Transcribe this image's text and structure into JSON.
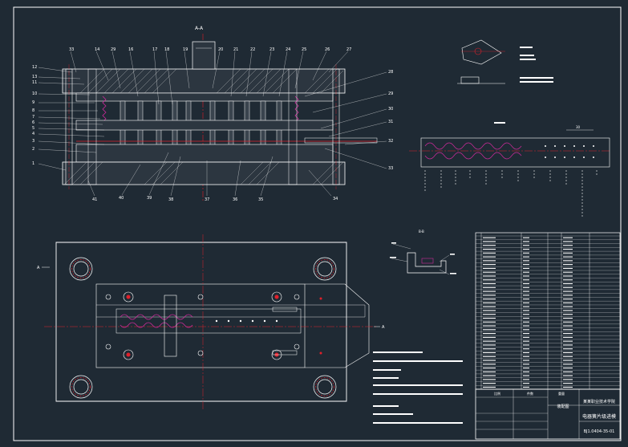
{
  "colors": {
    "background": "#1f2a34",
    "line": "#ffffff",
    "center_line": "#e0202a",
    "hatch": "#d8d8d8",
    "accent": "#cc2a9a"
  },
  "section_view": {
    "title": "A-A",
    "top_callouts": [
      "33",
      "14",
      "29",
      "16",
      "17",
      "18",
      "19",
      "20",
      "21",
      "22",
      "23",
      "24",
      "25",
      "26",
      "27"
    ],
    "left_callouts": [
      "12",
      "13",
      "11",
      "10",
      "9",
      "8",
      "7",
      "6",
      "5",
      "4",
      "3",
      "2",
      "1"
    ],
    "right_callouts": [
      "28",
      "29",
      "30",
      "31",
      "32",
      "33"
    ],
    "bottom_callouts": [
      "41",
      "40",
      "39",
      "38",
      "37",
      "36",
      "35",
      "34"
    ]
  },
  "plan_view": {
    "cut_label_left": "A",
    "cut_label_right": "A"
  },
  "detail_view": {
    "label": "B-B"
  },
  "strip_layout": {
    "dimension": "30"
  },
  "title_block": {
    "company_line": "某某职业技术学院",
    "drawing_title": "电器簧片级进模",
    "drawing_number": "BJ1.0404-35-01",
    "material_label": "装配图",
    "scale_header_1": "比例",
    "scale_header_2": "件数",
    "scale_header_3": "重量"
  }
}
